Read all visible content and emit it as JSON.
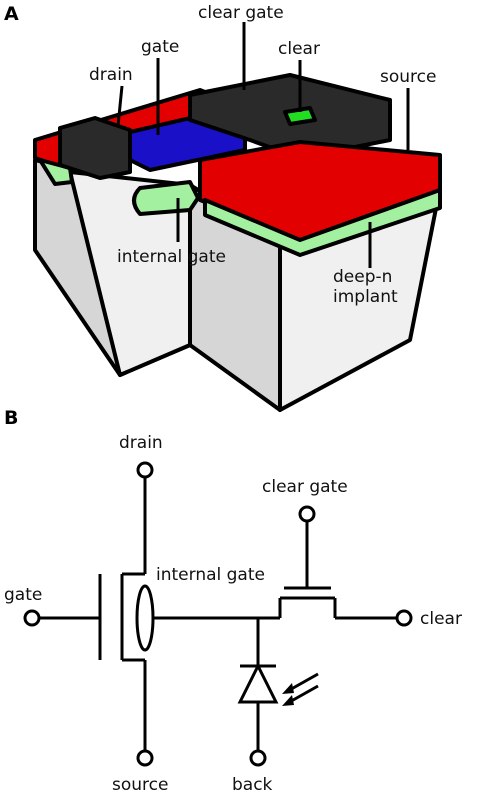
{
  "panel_a": {
    "letter": "A",
    "labels": {
      "drain": "drain",
      "gate": "gate",
      "clear_gate": "clear gate",
      "clear": "clear",
      "source": "source",
      "internal_gate": "internal gate",
      "deep_n_line1": "deep-n",
      "deep_n_line2": "implant"
    },
    "colors": {
      "source_drain_red": "#e30000",
      "gate_blue": "#1a10c8",
      "clear_green": "#22dd22",
      "implant_green": "#a3f0a0",
      "gate_metal": "#2a2a2a",
      "substrate_light": "#f0f0f0",
      "substrate_shade": "#d6d6d6"
    }
  },
  "panel_b": {
    "letter": "B",
    "labels": {
      "drain": "drain",
      "clear_gate": "clear gate",
      "gate": "gate",
      "internal_gate": "internal gate",
      "clear": "clear",
      "source": "source",
      "back": "back"
    }
  }
}
